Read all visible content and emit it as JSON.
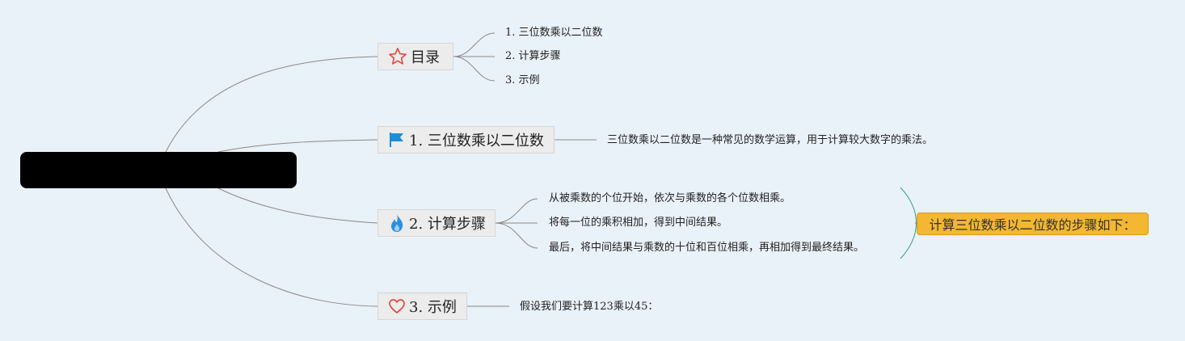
{
  "root": {
    "label": ""
  },
  "branches": [
    {
      "label": "目录",
      "icon": "star-icon",
      "children": [
        "1. 三位数乘以二位数",
        "2. 计算步骤",
        "3. 示例"
      ]
    },
    {
      "label": "1. 三位数乘以二位数",
      "icon": "flag-icon",
      "children": [
        "三位数乘以二位数是一种常见的数学运算，用于计算较大数字的乘法。"
      ]
    },
    {
      "label": "2. 计算步骤",
      "icon": "fire-icon",
      "children": [
        "从被乘数的个位开始，依次与乘数的各个位数相乘。",
        "将每一位的乘积相加，得到中间结果。",
        "最后，将中间结果与乘数的十位和百位相乘，再相加得到最终结果。"
      ],
      "summary": "计算三位数乘以二位数的步骤如下："
    },
    {
      "label": "3. 示例",
      "icon": "heart-icon",
      "children": [
        "假设我们要计算123乘以45："
      ]
    }
  ],
  "colors": {
    "background": "#e9f1f9",
    "connector": "#888888",
    "star": "#e0493a",
    "flag": "#1b8fd6",
    "fire": "#2a8fe0",
    "heart": "#e0493a",
    "summary": "#f3b731",
    "root": "#000000"
  }
}
